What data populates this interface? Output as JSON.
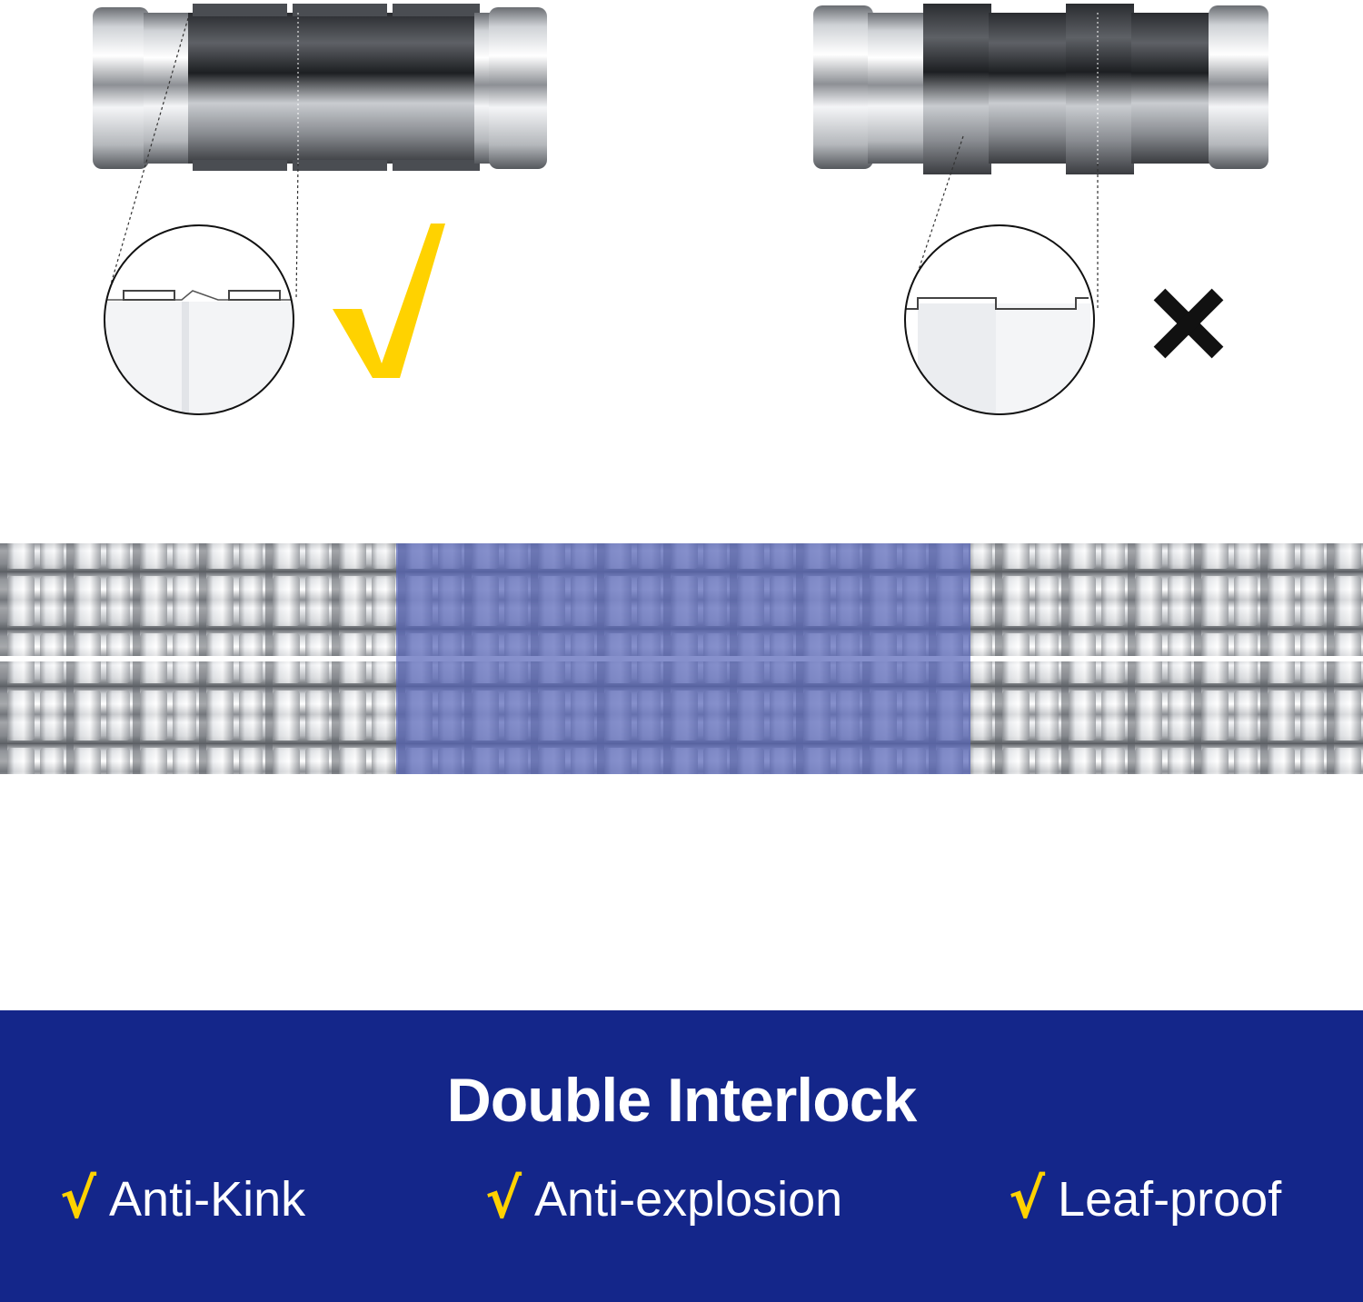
{
  "colors": {
    "banner_bg": "#14268a",
    "check_yellow": "#ffd200",
    "cross_black": "#111111",
    "highlight_blue": "#5865b8",
    "text_white": "#ffffff"
  },
  "icons": {
    "good_mark": "check-icon",
    "bad_mark": "cross-icon"
  },
  "banner": {
    "title": "Double Interlock",
    "features": [
      {
        "check": "√",
        "label": "Anti-Kink"
      },
      {
        "check": "√",
        "label": "Anti-explosion"
      },
      {
        "check": "√",
        "label": "Leaf-proof"
      }
    ]
  }
}
